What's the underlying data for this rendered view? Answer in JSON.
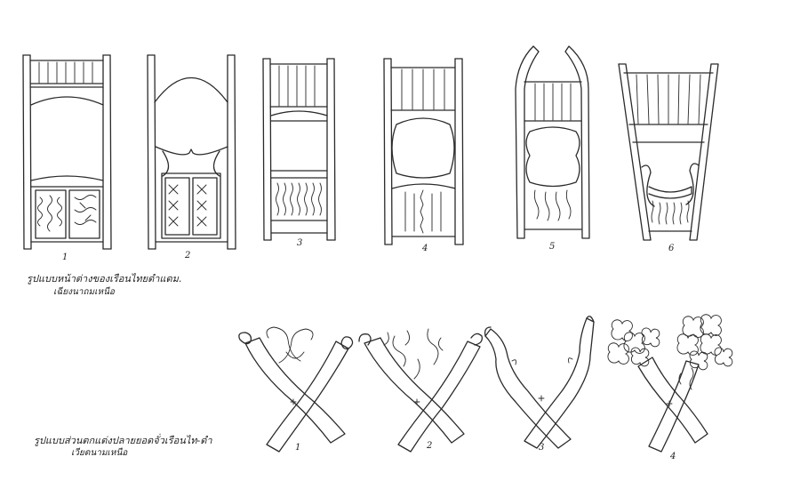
{
  "windows": {
    "caption": "รูปแบบหน้าต่างของเรือนไทยดำแดม.",
    "subcaption": "เฉียงนาถมเหนือ",
    "labels": [
      "1",
      "2",
      "3",
      "4",
      "5",
      "6"
    ]
  },
  "finials": {
    "caption": "รูปแบบส่วนตกแต่งปลายยอดจั่วเรือนไท-ดำ",
    "subcaption": "เวียดนามเหนือ",
    "labels": [
      "1",
      "2",
      "3",
      "4"
    ]
  }
}
